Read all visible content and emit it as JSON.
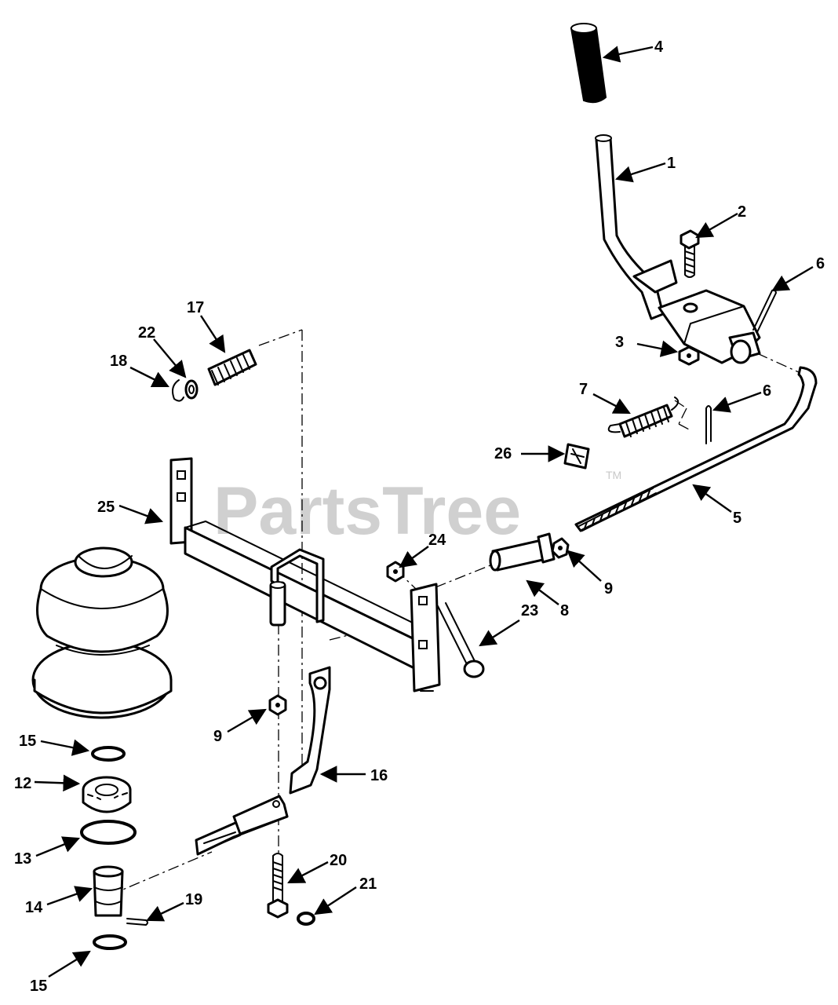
{
  "watermark": {
    "text": "PartsTree",
    "mark": "TM"
  },
  "callouts": [
    "1",
    "2",
    "3",
    "4",
    "5",
    "6",
    "6",
    "7",
    "8",
    "9",
    "9",
    "12",
    "13",
    "14",
    "15",
    "15",
    "16",
    "17",
    "18",
    "19",
    "20",
    "21",
    "22",
    "23",
    "24",
    "25",
    "26"
  ]
}
